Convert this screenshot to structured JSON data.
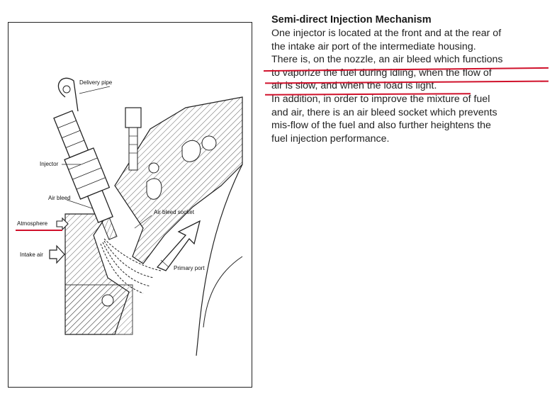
{
  "document": {
    "title": "Semi-direct Injection Mechanism",
    "lines": [
      "One injector is located at the front and at the rear of",
      "the intake air port of the intermediate housing.",
      "There is, on the nozzle, an air bleed which functions",
      "to vaporize the fuel during idling, when the flow of",
      "air is slow, and when the load is light.",
      "In addition, in order to improve the mixture of fuel",
      "and air, there is an air bleed socket which prevents",
      "mis-flow of the fuel and also further heightens the",
      "fuel injection performance."
    ],
    "underlined_line_indices": [
      2,
      3,
      4
    ],
    "underline_color": "#d0112b"
  },
  "figure": {
    "labels": {
      "delivery_pipe": "Delivery pipe",
      "injector": "Injector",
      "air_bleed": "Air bleed",
      "atmosphere": "Atmosphere",
      "air_bleed_socket": "Air bleed socket",
      "intake_air": "Intake air",
      "primary_port": "Primary port"
    },
    "highlight_color": "#d0112b"
  }
}
